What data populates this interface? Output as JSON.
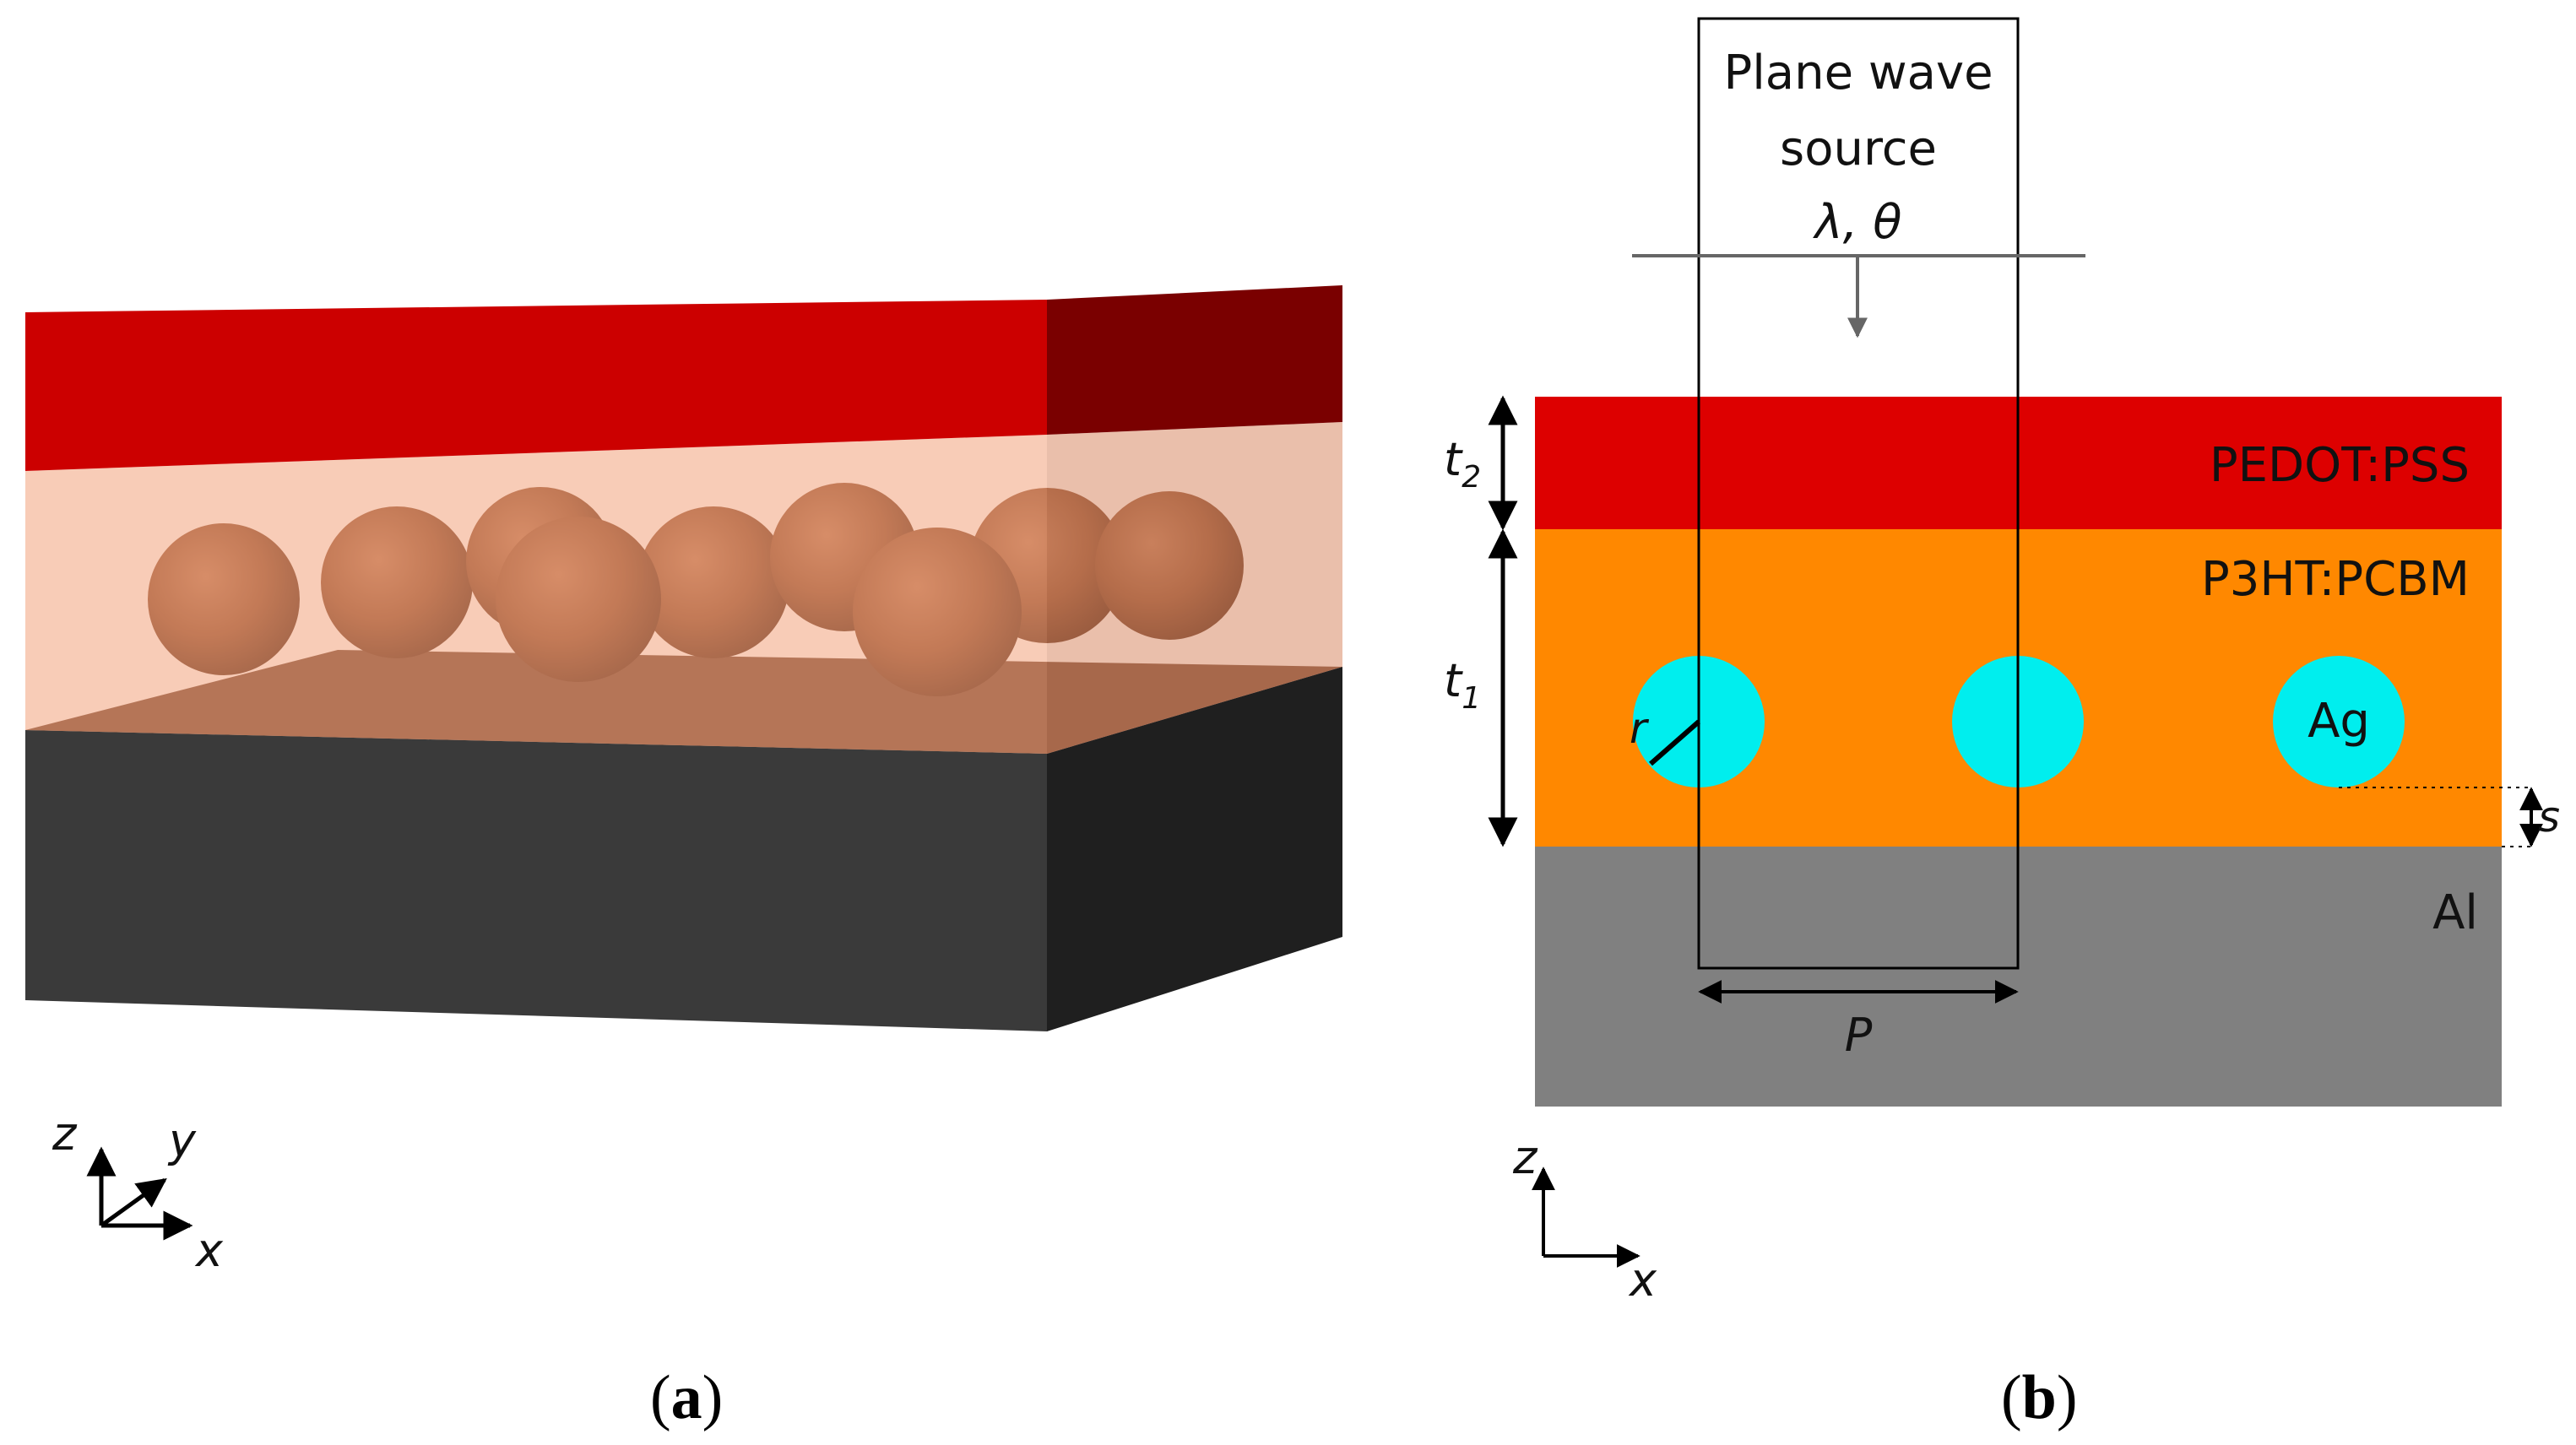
{
  "panel_a": {
    "caption_open": "(",
    "caption_letter": "a",
    "caption_close": ")",
    "axes": {
      "z": "z",
      "y": "y",
      "x": "x"
    }
  },
  "panel_b": {
    "caption_open": "(",
    "caption_letter": "b",
    "caption_close": ")",
    "source_line1": "Plane wave",
    "source_line2": "source",
    "source_params": "λ, θ",
    "layers": {
      "top": "PEDOT:PSS",
      "active": "P3HT:PCBM",
      "bottom": "Al"
    },
    "particle_label": "Ag",
    "dimensions": {
      "t2_base": "t",
      "t2_sub": "2",
      "t1_base": "t",
      "t1_sub": "1",
      "radius": "r",
      "spacing": "s",
      "period": "P"
    },
    "axes": {
      "z": "z",
      "x": "x"
    }
  },
  "colors": {
    "pedot": "#dd0000",
    "active": "#ff8800",
    "aluminum": "#808080",
    "silver": "#00eeee",
    "substrate_3d": "#3a3a3a",
    "sphere": "#8a4a2a"
  }
}
